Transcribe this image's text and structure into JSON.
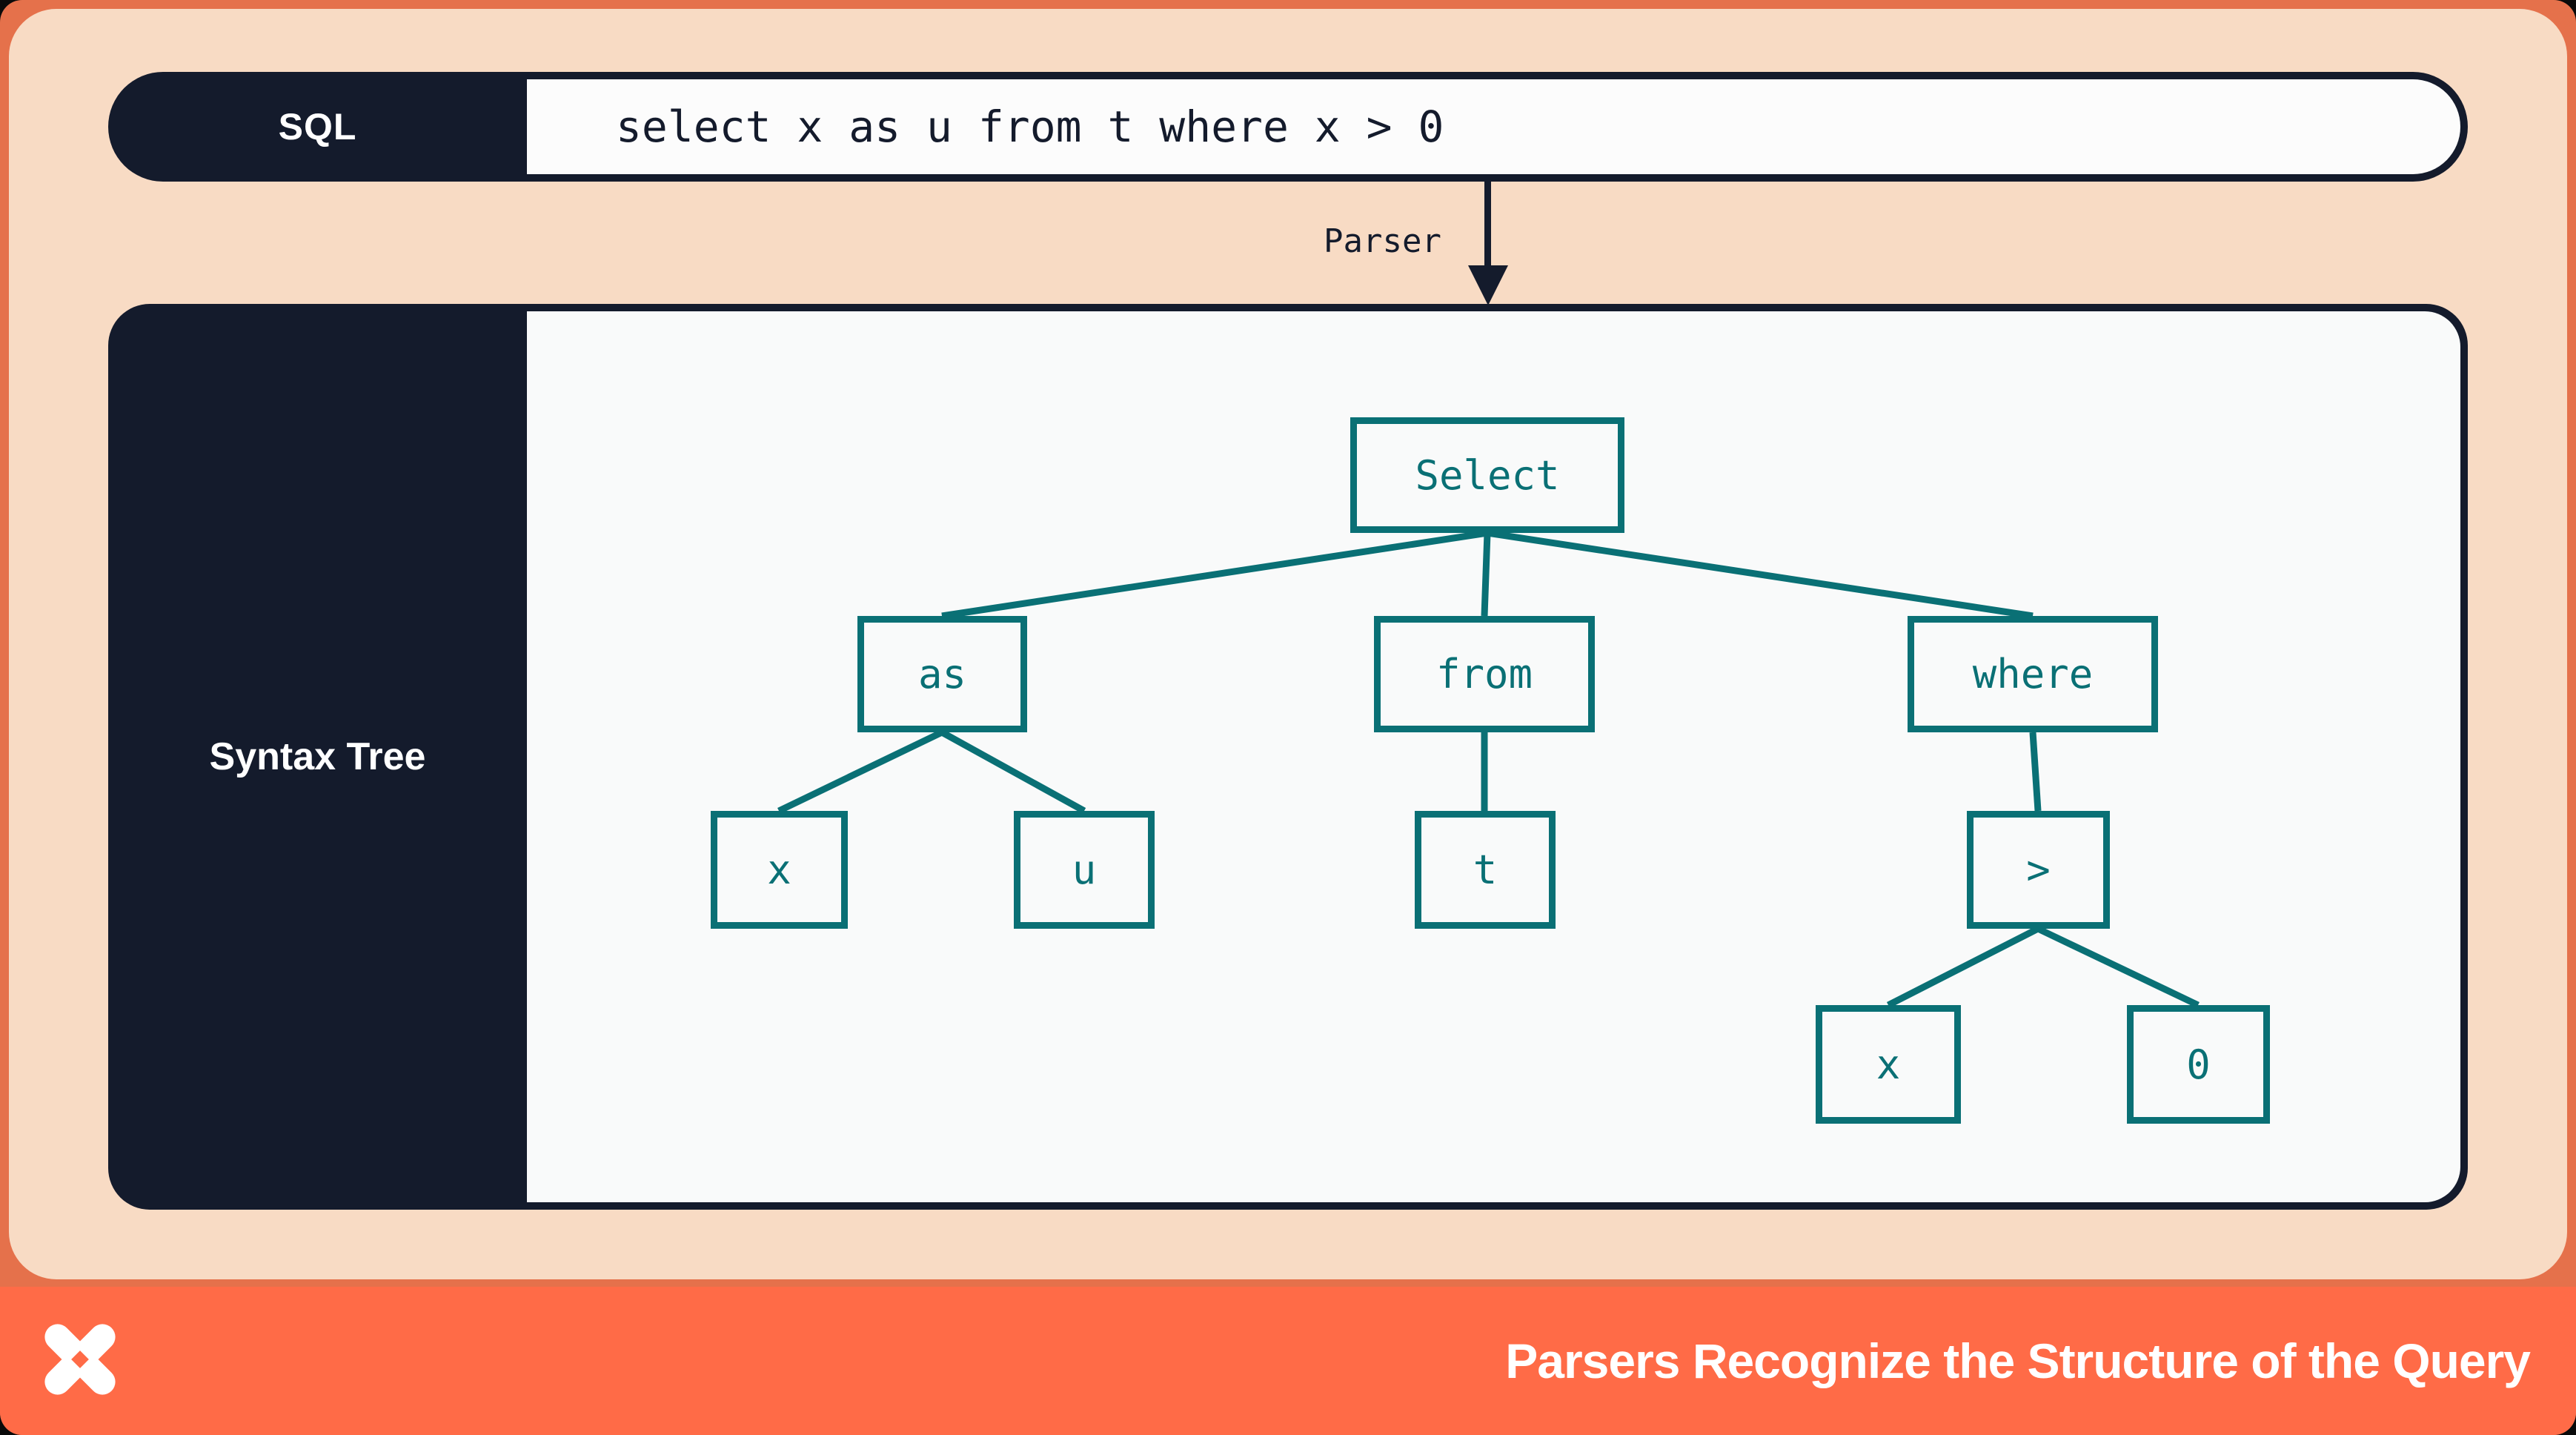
{
  "sql_bar": {
    "label": "SQL",
    "query": "select x as u from t where x > 0"
  },
  "parser": {
    "label": "Parser"
  },
  "syntax_tree": {
    "panel_label": "Syntax Tree",
    "nodes": {
      "select": "Select",
      "as": "as",
      "from": "from",
      "where": "where",
      "x_left": "x",
      "u": "u",
      "t": "t",
      "gt": ">",
      "x_right": "x",
      "zero": "0"
    },
    "edges": [
      [
        "Select",
        "as"
      ],
      [
        "Select",
        "from"
      ],
      [
        "Select",
        "where"
      ],
      [
        "as",
        "x"
      ],
      [
        "as",
        "u"
      ],
      [
        "from",
        "t"
      ],
      [
        "where",
        ">"
      ],
      [
        ">",
        "x"
      ],
      [
        ">",
        "0"
      ]
    ]
  },
  "footer": {
    "title": "Parsers Recognize the Structure of the Query",
    "logo": "dolt-pinwheel-logo"
  },
  "colors": {
    "frame_orange": "#E5714B",
    "footer_orange": "#FF6B47",
    "peach": "#F8DBC4",
    "navy": "#141B2C",
    "teal": "#0A7075",
    "off_white": "#F9FAFA"
  }
}
